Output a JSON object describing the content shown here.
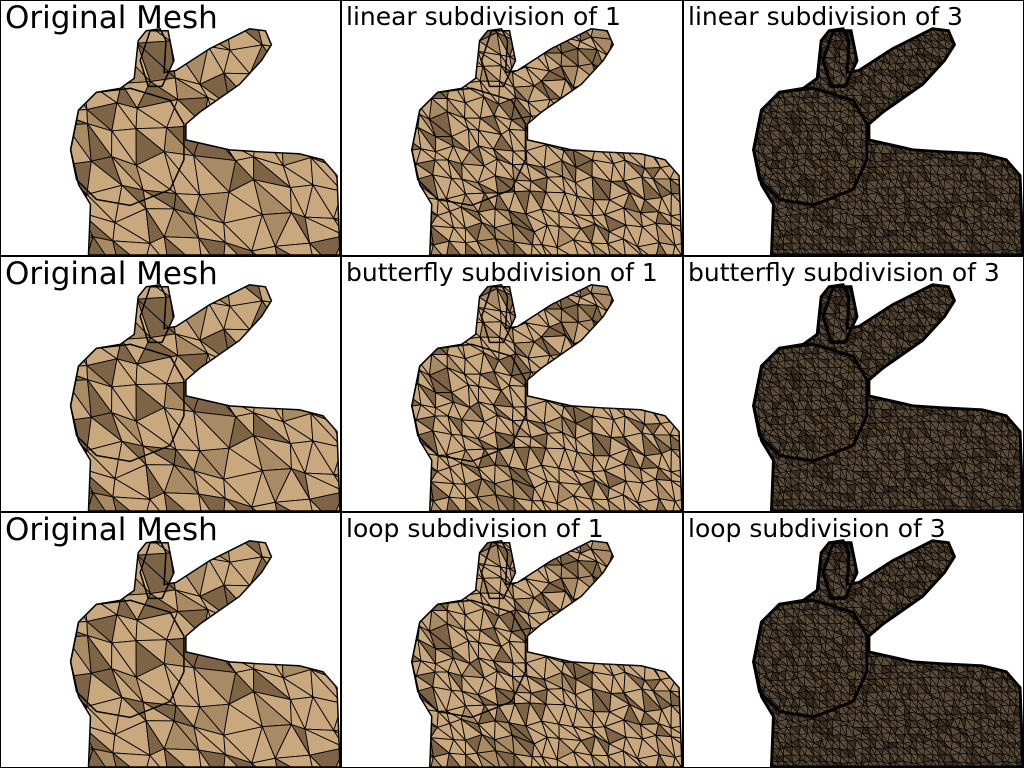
{
  "panels": [
    {
      "row": 1,
      "col": 1,
      "title": "Original Mesh",
      "level": 0
    },
    {
      "row": 1,
      "col": 2,
      "title": "linear subdivision of 1",
      "level": 1
    },
    {
      "row": 1,
      "col": 3,
      "title": "linear subdivision of 3",
      "level": 3
    },
    {
      "row": 2,
      "col": 1,
      "title": "Original Mesh",
      "level": 0
    },
    {
      "row": 2,
      "col": 2,
      "title": "butterfly subdivision of 1",
      "level": 1
    },
    {
      "row": 2,
      "col": 3,
      "title": "butterfly subdivision of 3",
      "level": 3
    },
    {
      "row": 3,
      "col": 1,
      "title": "Original Mesh",
      "level": 0
    },
    {
      "row": 3,
      "col": 2,
      "title": "loop subdivision of 1",
      "level": 1
    },
    {
      "row": 3,
      "col": 3,
      "title": "loop subdivision of 3",
      "level": 3
    }
  ],
  "colors": {
    "mesh_fill": "#c8a87c",
    "mesh_shadow": "#7d6445",
    "edge": "#000000",
    "background": "#ffffff"
  }
}
